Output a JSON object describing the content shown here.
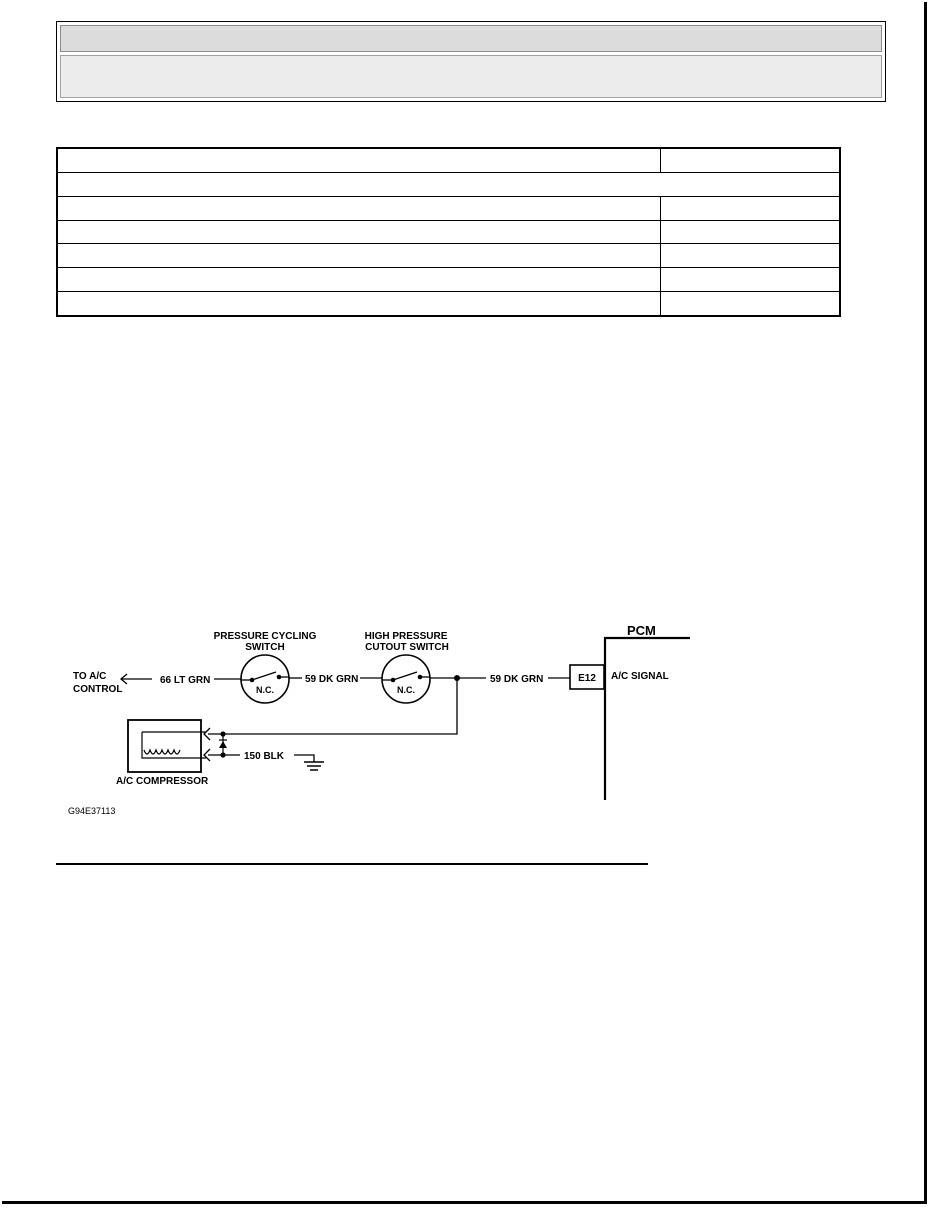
{
  "diagram": {
    "to_ac_control_line1": "TO A/C",
    "to_ac_control_line2": "CONTROL",
    "wire_66": "66 LT GRN",
    "pressure_cycling_line1": "PRESSURE CYCLING",
    "pressure_cycling_line2": "SWITCH",
    "nc_label_1": "N.C.",
    "wire_59_a": "59 DK GRN",
    "high_pressure_line1": "HIGH PRESSURE",
    "high_pressure_line2": "CUTOUT SWITCH",
    "nc_label_2": "N.C.",
    "wire_59_b": "59 DK GRN",
    "connector": "E12",
    "ac_signal": "A/C SIGNAL",
    "pcm": "PCM",
    "wire_150": "150 BLK",
    "compressor": "A/C COMPRESSOR",
    "figure_id": "G94E37113"
  }
}
